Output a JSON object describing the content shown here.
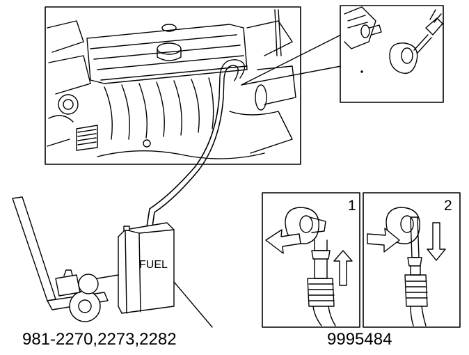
{
  "labels": {
    "tool_numbers_left": "981-2270,2273,2282",
    "tool_number_right": "9995484",
    "can_label": "FUEL",
    "step_1": "1",
    "step_2": "2"
  },
  "colors": {
    "line": "#000000",
    "background": "#ffffff"
  }
}
